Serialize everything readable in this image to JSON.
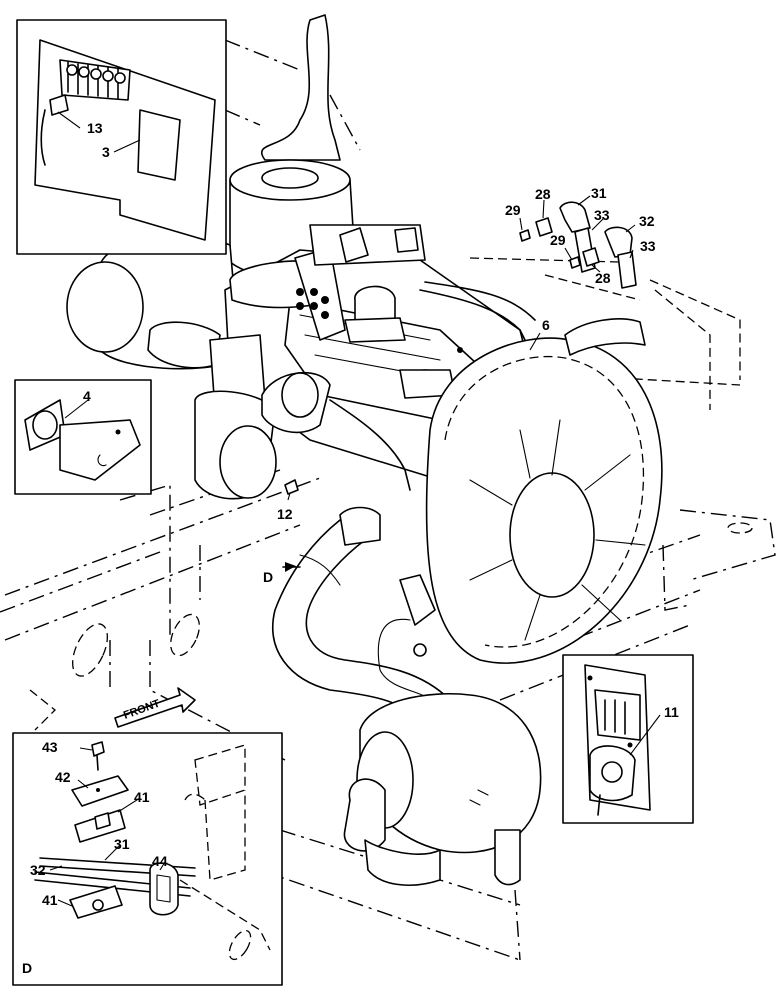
{
  "diagram": {
    "callouts": {
      "c13": "13",
      "c3": "3",
      "c4": "4",
      "c12": "12",
      "c6": "6",
      "c28a": "28",
      "c29a": "29",
      "c31a": "31",
      "c33a": "33",
      "c32a": "32",
      "c29b": "29",
      "c33b": "33",
      "c28b": "28",
      "c11": "11",
      "c43": "43",
      "c42": "42",
      "c41a": "41",
      "c31b": "31",
      "c32b": "32",
      "c44": "44",
      "c41b": "41"
    },
    "view_marker": "D",
    "detail_label": "D",
    "front_label": "FRONT"
  }
}
